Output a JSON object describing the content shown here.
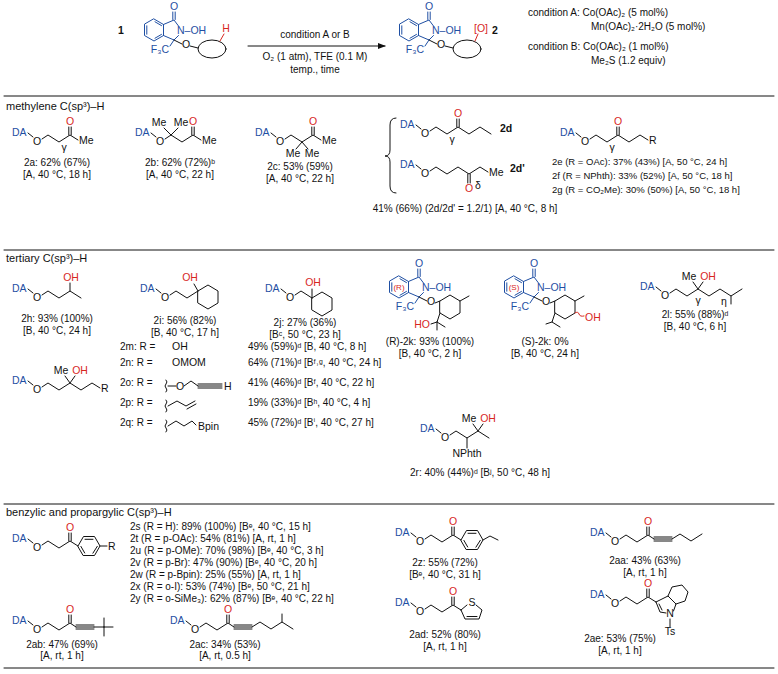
{
  "diagram": {
    "labels": [
      "O",
      "N–OH",
      "F₃C",
      "O",
      "H",
      "1",
      "condition A or B",
      "O₂ (1 atm), TFE (0.1 M)",
      "temp., time",
      "O",
      "N–OH",
      "F₃C",
      "O",
      "[O]",
      "2",
      "condition A: Co(OAc)₂ (5 mol%)",
      "Mn(OAc)₂·2H₂O (5 mol%)",
      "condition B: Co(OAc)₂ (1 mol%)",
      "Me₂S (1.2 equiv)",
      "methylene C(sp³)–H",
      "DA",
      "O",
      "O",
      "γ",
      "Me",
      "2a: 62% (67%)",
      "[A, 40 °C, 18 h]",
      "DA",
      "O",
      "Me",
      "Me",
      "O",
      "Me",
      "2b: 62% (72%)ᵇ",
      "[A, 40 °C, 22 h]",
      "DA",
      "O",
      "O",
      "Me",
      "Me",
      "Me",
      "2c: 53% (59%)",
      "[A, 40 °C, 22 h]",
      "DA",
      "O",
      "O",
      "γ",
      "2d",
      "DA",
      "O",
      "O",
      "δ",
      "Me",
      "2d'",
      "41% (66%) (2d/2d' = 1.2/1) [A, 40 °C, 8 h]",
      "DA",
      "O",
      "O",
      "γ",
      "R",
      "2e (R = OAc): 37% (43%) [A, 50 °C, 24 h]",
      "2f (R = NPhth): 33% (52%) [A, 50 °C, 18 h]",
      "2g (R = CO₂Me): 30% (50%) [A, 50 °C, 18 h]",
      "tertiary C(sp³)–H",
      "DA",
      "O",
      "OH",
      "2h: 93% (100%)",
      "[B, 40 °C, 24 h]",
      "DA",
      "O",
      "OH",
      "2i: 56% (82%)",
      "[B, 40 °C, 17 h]",
      "DA",
      "O",
      "OH",
      "2j: 27% (36%)",
      "[Bᶜ, 50 °C, 23 h]",
      "O",
      "N–OH",
      "(R)",
      "F₃C",
      "O",
      "HO",
      "(R)-2k: 93% (100%)",
      "[B, 40 °C, 2 h]",
      "O",
      "N–OH",
      "(S)",
      "F₃C",
      "O",
      "OH",
      "(S)-2k: 0%",
      "[B, 40 °C, 24 h]",
      "DA",
      "O",
      "Me",
      "OH",
      "γ",
      "η",
      "2l: 55% (88%)ᵈ",
      "[B, 40 °C, 6 h]",
      "DA",
      "O",
      "Me",
      "OH",
      "R",
      "2m: R =",
      "OH",
      "49% (59%)ᵈ [B, 40 °C, 8 h]",
      "2n: R =",
      "OMOM",
      "64% (71%)ᵈ [Bᶠ˒ᵍ, 40 °C, 24 h]",
      "2o: R =",
      "O",
      "H",
      "41% (46%)ᵈ [Bᶠ, 40 °C, 22 h]",
      "2p: R =",
      "19% (33%)ᵈ [Bʰ, 40 °C, 4 h]",
      "2q: R =",
      "Bpin",
      "45% (72%)ᵈ [Bⁱ, 40 °C, 27 h]",
      "DA",
      "O",
      "Me",
      "OH",
      "NPhth",
      "2r: 40% (44%)ᵈ [Bʲ, 50 °C, 48 h]",
      "benzylic and propargylic C(sp³)–H",
      "DA",
      "O",
      "O",
      "R",
      "2s (R = H): 89% (100%) [Bᵉ, 40 °C, 15 h]",
      "2t (R = p-OAc): 54% (81%) [A, rt, 1 h]",
      "2u (R = p-OMe): 70% (98%) [Bᵉ, 40 °C, 3 h]",
      "2v (R = p-Br): 47% (90%) [Bᵉ, 40 °C, 20 h]",
      "2w (R = p-Bpin): 25% (55%) [A, rt, 1 h]",
      "2x (R = o-I): 53% (74%) [Bᵉ, 50 °C, 21 h]",
      "2y (R = o-SiMe₃): 62% (87%) [Bᵉ, 40 °C, 22 h]",
      "DA",
      "O",
      "O",
      "2z: 55% (72%)",
      "[Bᵉ, 40 °C, 31 h]",
      "DA",
      "O",
      "O",
      "2aa: 43% (63%)",
      "[A, rt, 1 h]",
      "DA",
      "O",
      "O",
      "2ab: 47% (69%)",
      "[A, rt, 1 h]",
      "DA",
      "O",
      "O",
      "2ac: 34% (53%)",
      "[A, rt, 0.5 h]",
      "DA",
      "O",
      "O",
      "S",
      "2ad: 52% (80%)",
      "[A, rt, 1 h]",
      "DA",
      "O",
      "O",
      "N",
      "Ts",
      "2ae: 53% (75%)",
      "[A, rt, 1 h]"
    ]
  }
}
